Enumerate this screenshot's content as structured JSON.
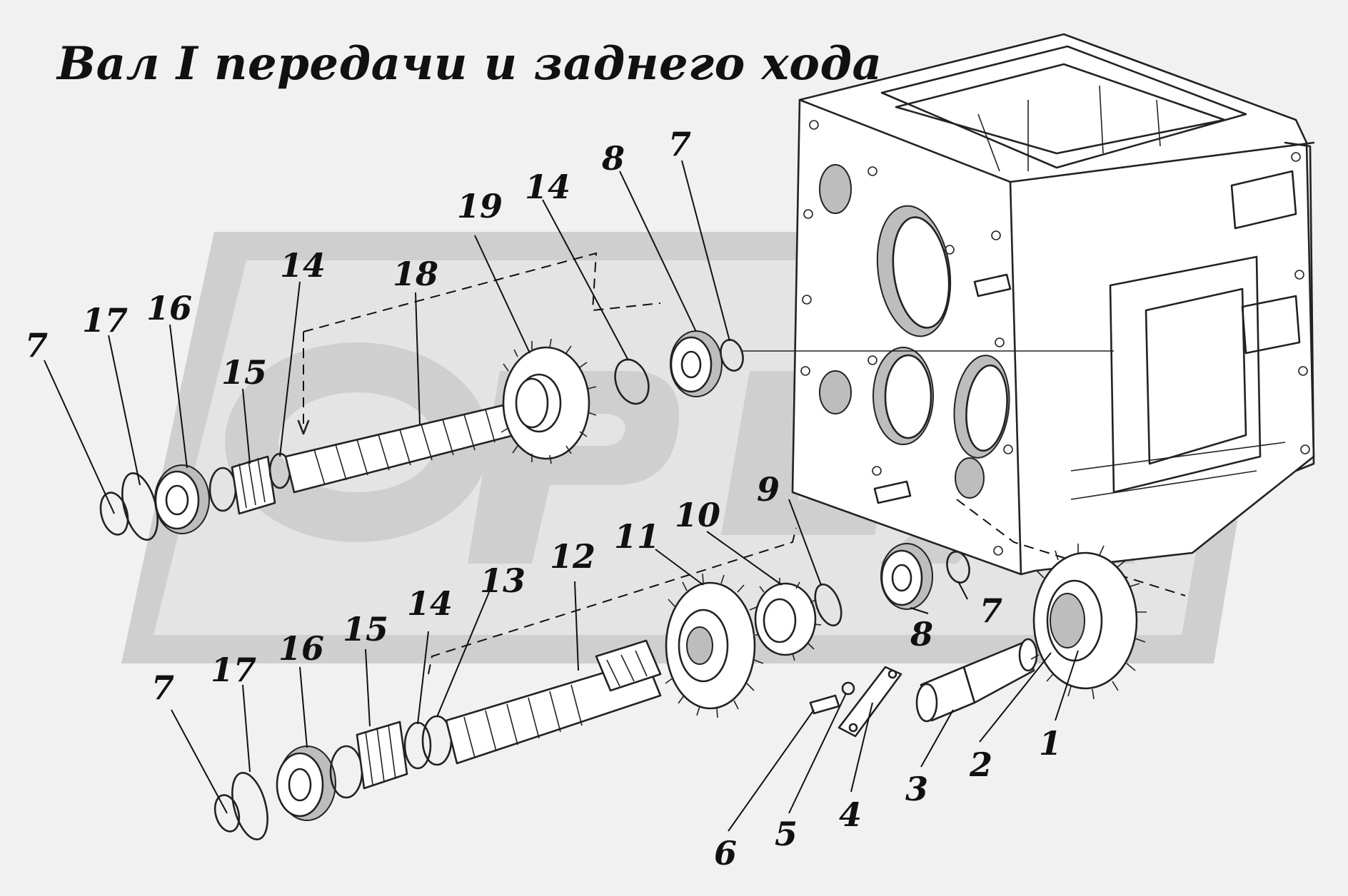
{
  "title": "Вал I передачи и заднего хода",
  "watermark_text": "OPEX",
  "callouts": {
    "upper_7": "7",
    "upper_17": "17",
    "upper_16": "16",
    "upper_15": "15",
    "upper_14a": "14",
    "upper_18": "18",
    "upper_19": "19",
    "upper_14b": "14",
    "upper_8": "8",
    "upper_7b": "7",
    "mid_9": "9",
    "mid_10": "10",
    "mid_11": "11",
    "lower_12": "12",
    "lower_13": "13",
    "lower_14": "14",
    "lower_15": "15",
    "lower_16": "16",
    "lower_17": "17",
    "lower_7": "7",
    "right_8": "8",
    "right_7": "7",
    "part_6": "6",
    "part_5": "5",
    "part_4": "4",
    "part_3": "3",
    "part_2": "2",
    "part_1": "1"
  }
}
